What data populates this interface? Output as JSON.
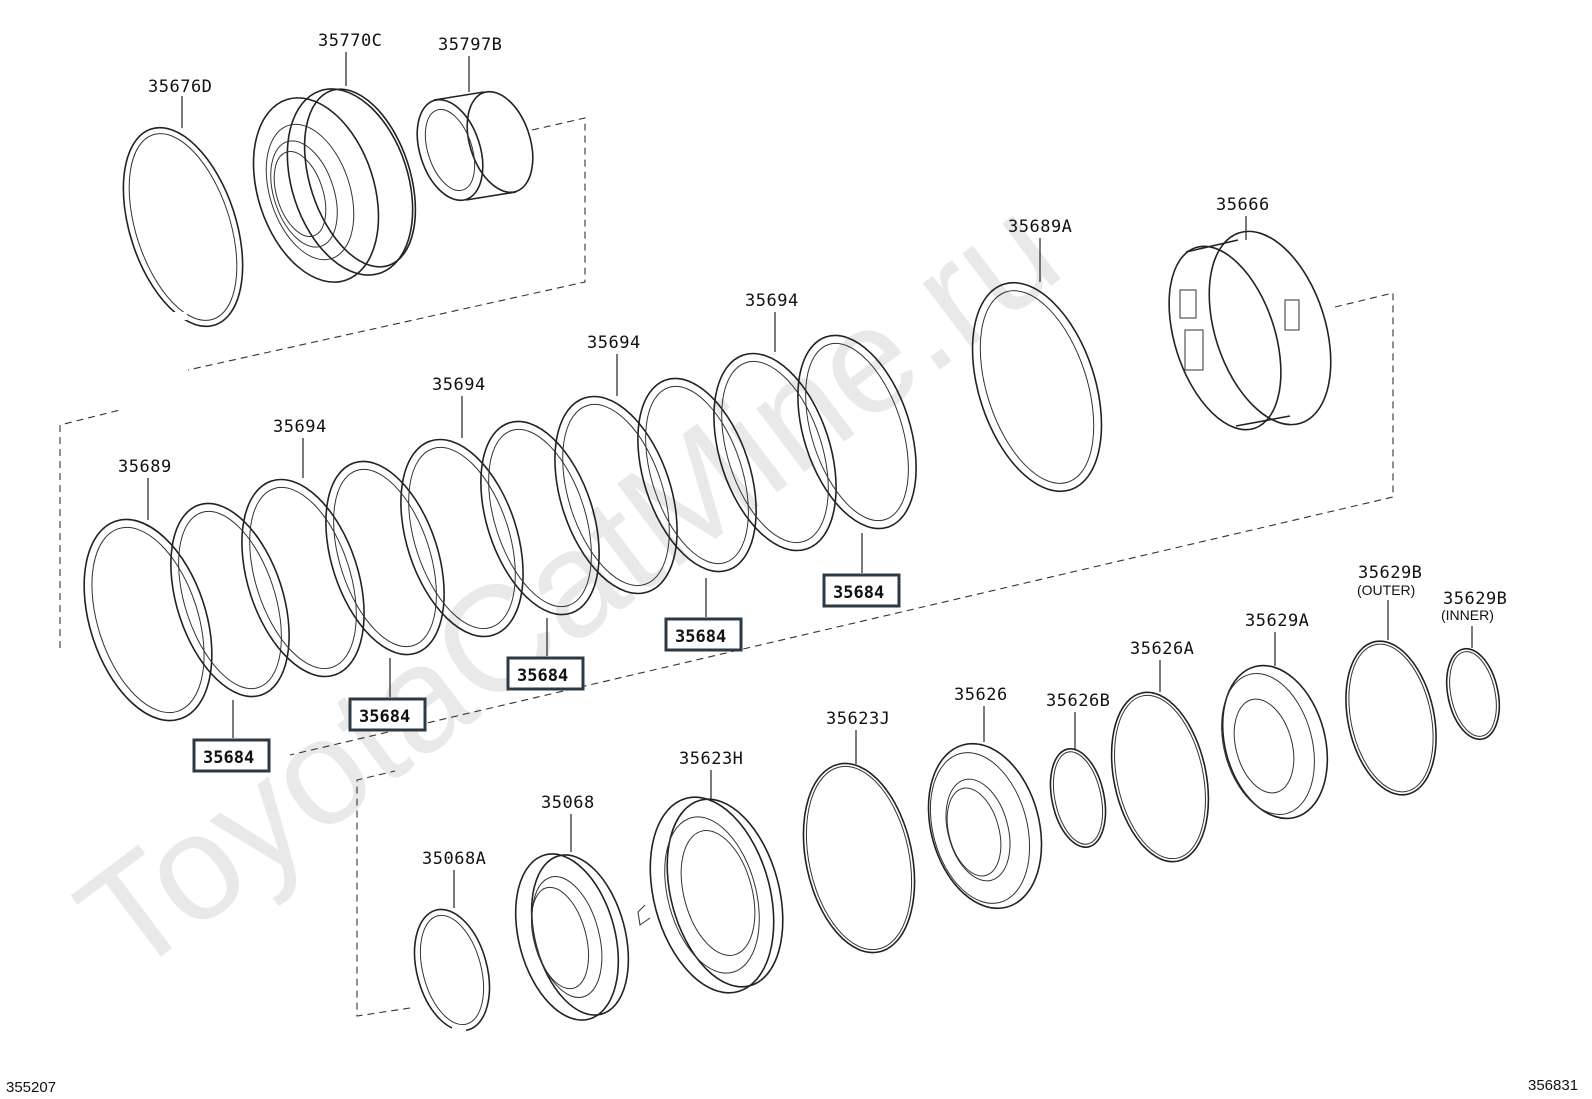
{
  "watermark": "ToyotaCatMine.ru",
  "corner_codes": {
    "left": "355207",
    "right": "356831"
  },
  "parts": {
    "p35676D": "35676D",
    "p35770C": "35770C",
    "p35797B": "35797B",
    "p35689A": "35689A",
    "p35666": "35666",
    "p35689": "35689",
    "p35694_1": "35694",
    "p35694_2": "35694",
    "p35694_3": "35694",
    "p35694_4": "35694",
    "p35684_1": "35684",
    "p35684_2": "35684",
    "p35684_3": "35684",
    "p35684_4": "35684",
    "p35684_5": "35684",
    "p35629B_outer": "35629B",
    "p35629B_outer_note": "(OUTER)",
    "p35629B_inner": "35629B",
    "p35629B_inner_note": "(INNER)",
    "p35629A": "35629A",
    "p35626A": "35626A",
    "p35626": "35626",
    "p35626B": "35626B",
    "p35623J": "35623J",
    "p35623H": "35623H",
    "p35068": "35068",
    "p35068A": "35068A"
  }
}
